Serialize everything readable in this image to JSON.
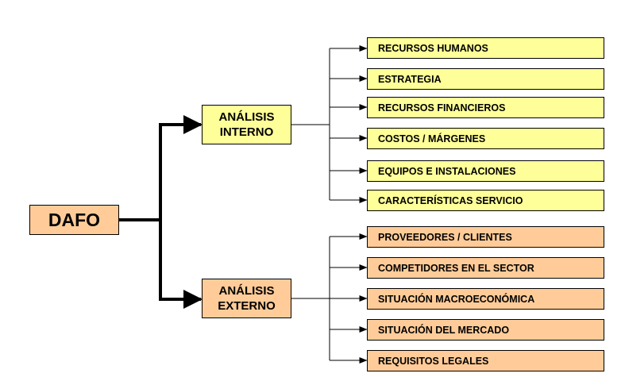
{
  "colors": {
    "internal_fill": "#ffff99",
    "external_fill": "#ffcc99",
    "line": "#000000"
  },
  "root": {
    "label": "DAFO"
  },
  "internal": {
    "title_line1": "ANÁLISIS",
    "title_line2": "INTERNO",
    "items": [
      "RECURSOS HUMANOS",
      "ESTRATEGIA",
      "RECURSOS FINANCIEROS",
      "COSTOS / MÁRGENES",
      "EQUIPOS E INSTALACIONES",
      "CARACTERÍSTICAS SERVICIO"
    ]
  },
  "external": {
    "title_line1": "ANÁLISIS",
    "title_line2": "EXTERNO",
    "items": [
      "PROVEEDORES / CLIENTES",
      "COMPETIDORES EN EL SECTOR",
      "SITUACIÓN MACROECONÓMICA",
      "SITUACIÓN DEL MERCADO",
      "REQUISITOS LEGALES"
    ]
  }
}
